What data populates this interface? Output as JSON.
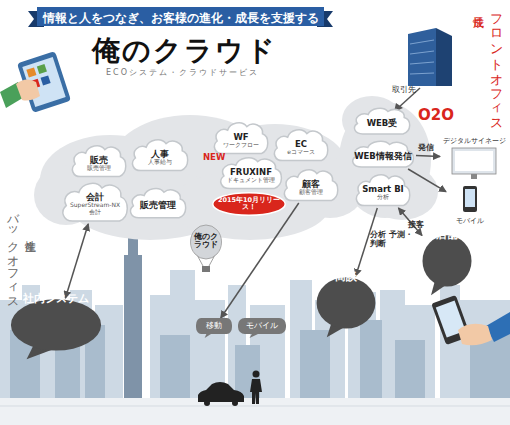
{
  "diagram": {
    "title": "俺のクラウド",
    "nodes": [
      {
        "text": [
          "情報と人をつなぎ、お客様の進化・成長を支援する"
        ]
      },
      {
        "text": [
          "販売",
          "販売管理"
        ]
      },
      {
        "text": [
          "人事",
          "人事給与"
        ]
      },
      {
        "text": [
          "WF",
          "ワークフロー"
        ]
      },
      {
        "text": [
          "EC",
          "eコマース"
        ]
      },
      {
        "text": [
          "会計",
          "SuperStream-NX",
          "会計"
        ]
      },
      {
        "text": [
          "販売管理"
        ]
      },
      {
        "text": [
          "FRUXINF",
          "ドキュメント管理"
        ]
      },
      {
        "text": [
          "顧客",
          "顧客管理"
        ]
      },
      {
        "text": [
          "2015年10月リリース！"
        ]
      },
      {
        "text": [
          "WEB受"
        ]
      },
      {
        "text": [
          "WEB情報発信"
        ]
      },
      {
        "text": [
          "Smart BI",
          "分析"
        ]
      },
      {
        "text": [
          "俺のクラウド"
        ]
      },
      {
        "text": [
          "デジタルサイネージ"
        ]
      },
      {
        "text": [
          "モバイル"
        ]
      },
      {
        "text": [
          "店舗"
        ]
      },
      {
        "text": [
          "商談"
        ]
      },
      {
        "text": [
          "社内システム"
        ]
      },
      {
        "text": [
          "移動"
        ]
      },
      {
        "text": [
          "モバイル"
        ]
      }
    ],
    "edges": [
      {
        "from": 18,
        "to": 5,
        "arrow": "both"
      },
      {
        "from": 12,
        "to": 17,
        "label": "分析 予測・判断",
        "arrow": "to"
      },
      {
        "from": 12,
        "to": 16,
        "label": "接客",
        "arrow": "both"
      },
      {
        "from": 11,
        "to": 14,
        "label": "発信",
        "arrow": "to"
      },
      {
        "from": 11,
        "to": 15,
        "arrow": "to"
      },
      {
        "from": 8,
        "to": 19,
        "arrow": "to"
      }
    ],
    "labels": [
      "ECOシステム・クラウドサービス",
      "フロントオフィス",
      "成長性",
      "バックオフィス",
      "生産性",
      "取引先",
      "O2O",
      "NEW"
    ]
  }
}
